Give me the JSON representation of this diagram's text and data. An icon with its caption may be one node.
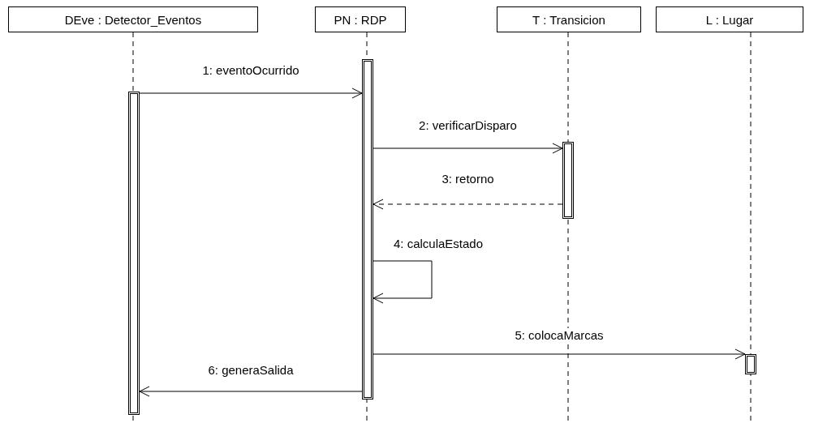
{
  "diagram": {
    "nodes": [
      {
        "text": [
          "DEve : Detector_Eventos"
        ]
      },
      {
        "text": [
          "PN : RDP"
        ]
      },
      {
        "text": [
          "T : Transicion"
        ]
      },
      {
        "text": [
          "L : Lugar"
        ]
      },
      {
        "text": [],
        "shape": "bar"
      },
      {
        "text": [],
        "shape": "bar"
      },
      {
        "text": [],
        "shape": "bar"
      },
      {
        "text": [],
        "shape": "bar"
      }
    ],
    "edges": [
      {
        "from": 4,
        "to": 5,
        "arrow": "to",
        "label": "1: eventoOcurrido"
      },
      {
        "from": 5,
        "to": 6,
        "arrow": "to",
        "label": "2: verificarDisparo"
      },
      {
        "from": 6,
        "to": 5,
        "arrow": "to",
        "label": "3: retorno",
        "style": "dashed"
      },
      {
        "from": 5,
        "to": 5,
        "arrow": "to",
        "label": "4: calculaEstado"
      },
      {
        "from": 5,
        "to": 7,
        "arrow": "to",
        "label": "5: colocaMarcas"
      },
      {
        "from": 5,
        "to": 4,
        "arrow": "to",
        "label": "6: generaSalida"
      }
    ]
  }
}
